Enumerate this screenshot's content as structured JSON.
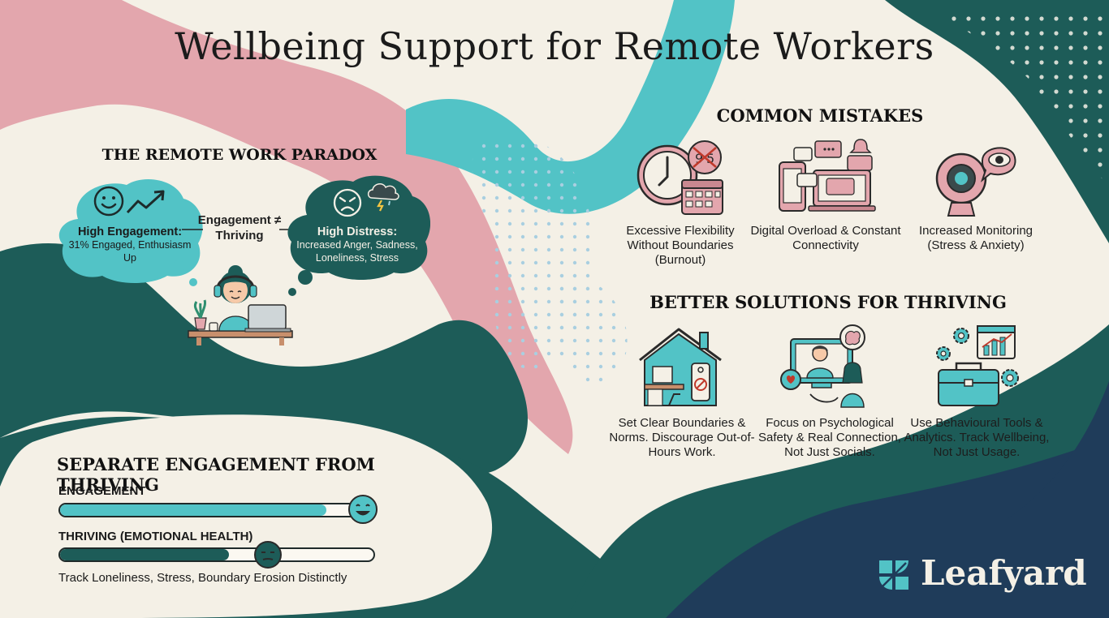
{
  "title": "Wellbeing Support for Remote Workers",
  "paradox": {
    "heading": "THE REMOTE WORK PARADOX",
    "engagement_cloud": {
      "title": "High Engagement:",
      "lines": "31% Engaged, Enthusiasm Up"
    },
    "middle_label": "Engagement ≠ Thriving",
    "distress_cloud": {
      "title": "High Distress:",
      "lines": "Increased Anger, Sadness, Loneliness, Stress"
    }
  },
  "mistakes": {
    "heading": "COMMON MISTAKES",
    "items": [
      {
        "icon": "clock-calendar-icon",
        "caption": "Excessive Flexibility Without Boundaries (Burnout)"
      },
      {
        "icon": "devices-notifications-icon",
        "caption": "Digital Overload & Constant Connectivity"
      },
      {
        "icon": "webcam-eye-icon",
        "caption": "Increased Monitoring (Stress & Anxiety)"
      }
    ]
  },
  "solutions": {
    "heading": "BETTER SOLUTIONS FOR THRIVING",
    "items": [
      {
        "icon": "home-office-icon",
        "caption": "Set Clear Boundaries & Norms. Discourage Out-of-Hours Work."
      },
      {
        "icon": "video-connection-icon",
        "caption": "Focus on Psychological Safety & Real Connection, Not Just Socials."
      },
      {
        "icon": "toolkit-analytics-icon",
        "caption": "Use Behavioural Tools & Analytics. Track Wellbeing, Not Just Usage."
      }
    ]
  },
  "separate": {
    "heading": "SEPARATE ENGAGEMENT FROM THRIVING",
    "bars": [
      {
        "label": "ENGAGEMENT",
        "level": 0.85
      },
      {
        "label": "THRIVING (EMOTIONAL HEALTH)",
        "level": 0.54
      }
    ],
    "note": "Track Loneliness, Stress, Boundary Erosion Distinctly"
  },
  "brand": {
    "name": "Leafyard"
  },
  "colors": {
    "background": "#f4f0e6",
    "teal_light": "#52c3c6",
    "teal_dark": "#1d5c58",
    "navy": "#1f3c5a",
    "pink": "#e3a6ad"
  }
}
